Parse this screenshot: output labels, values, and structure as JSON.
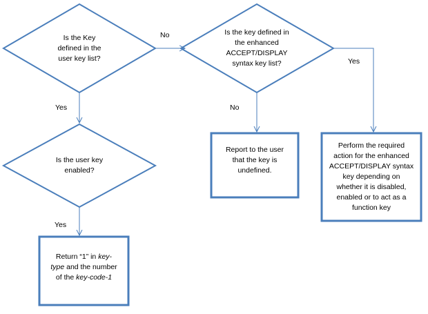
{
  "nodes": {
    "d1": {
      "lines": [
        "Is the Key",
        "defined in the",
        "user key list?"
      ]
    },
    "d2": {
      "lines": [
        "Is the key defined in",
        "the enhanced",
        "ACCEPT/DISPLAY",
        "syntax key list?"
      ]
    },
    "d3": {
      "lines": [
        "Is the user key",
        "enabled?"
      ]
    },
    "b_report": {
      "lines": [
        "Report to the user",
        "that the key is",
        "undefined."
      ]
    },
    "b_perform": {
      "lines": [
        "Perform the required",
        "action for the enhanced",
        "ACCEPT/DISPLAY syntax",
        "key depending on",
        "whether it is disabled,",
        "enabled or to act as a",
        "function key"
      ]
    },
    "b_return": {
      "line1": "Return “1” in ",
      "line1_em": "key-",
      "line2_em": "type",
      "line2": " and the number",
      "line3": "of the ",
      "line3_em": "key-code-1"
    }
  },
  "edges": {
    "no_1": "No",
    "no_2": "No",
    "yes_1": "Yes",
    "yes_2": "Yes",
    "yes_3": "Yes"
  },
  "colors": {
    "stroke": "#4a7ebb",
    "text": "#000000"
  }
}
